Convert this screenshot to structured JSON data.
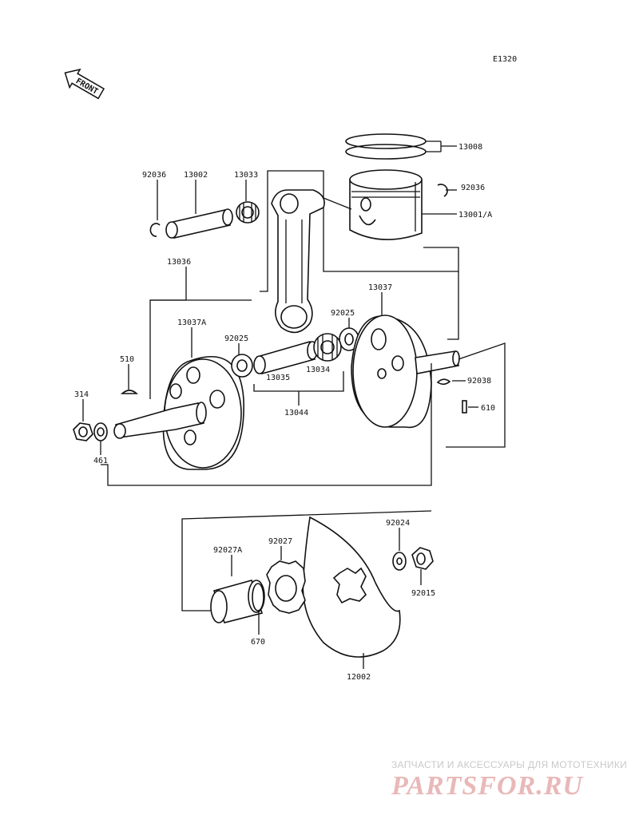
{
  "diagram_code": "E1320",
  "front_label": "FRONT",
  "labels": {
    "p13008": "13008",
    "p92036_right": "92036",
    "p13001A": "13001/A",
    "p92036_left": "92036",
    "p13002": "13002",
    "p13033": "13033",
    "p13036": "13036",
    "p13037": "13037",
    "p13037A": "13037A",
    "p92025_top": "92025",
    "p92025_left": "92025",
    "p13035": "13035",
    "p13034": "13034",
    "p13044": "13044",
    "p510": "510",
    "p314": "314",
    "p461": "461",
    "p92038": "92038",
    "p610": "610",
    "p92027A": "92027A",
    "p92027": "92027",
    "p92024": "92024",
    "p92015": "92015",
    "p670": "670",
    "p12002": "12002"
  },
  "watermark": {
    "tagline": "ЗАПЧАСТИ И АКСЕССУАРЫ ДЛЯ МОТОТЕХНИКИ",
    "logo": "PARTSFOR.RU"
  }
}
